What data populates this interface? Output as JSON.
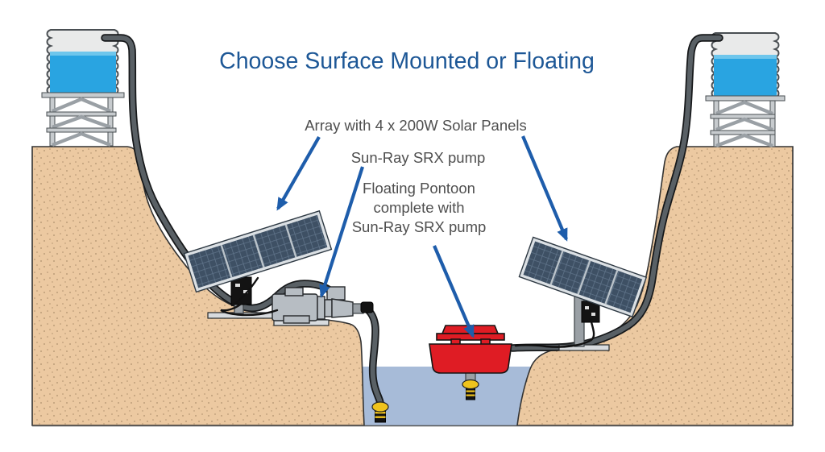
{
  "title": "Choose Surface Mounted or Floating",
  "labels": {
    "array": "Array with 4 x 200W Solar Panels",
    "surface_pump": "Sun-Ray SRX pump",
    "floating": [
      "Floating Pontoon",
      "complete with",
      "Sun-Ray SRX pump"
    ]
  },
  "colors": {
    "c_title": "#1d5796",
    "c_label": "#4f4f4f",
    "c_arrow": "#1e5dab",
    "c_terrain": "#ecc9a1",
    "c_dots": "#7b5f41",
    "c_outline": "#333333",
    "c_pond": "#a7bbd8",
    "c_tankwater": "#29a4e1",
    "c_pipe": "#596065",
    "c_pipe_edge": "#16181a",
    "c_panel": "#3e5064",
    "c_panel_grid": "#60748a",
    "c_panel_frame": "#dbe0e4",
    "c_metal": "#b7bdc3",
    "c_metal_light": "#d8dbde",
    "c_steel": "#9aa0a5",
    "c_red": "#df1c24",
    "c_yellow": "#efc31d"
  }
}
